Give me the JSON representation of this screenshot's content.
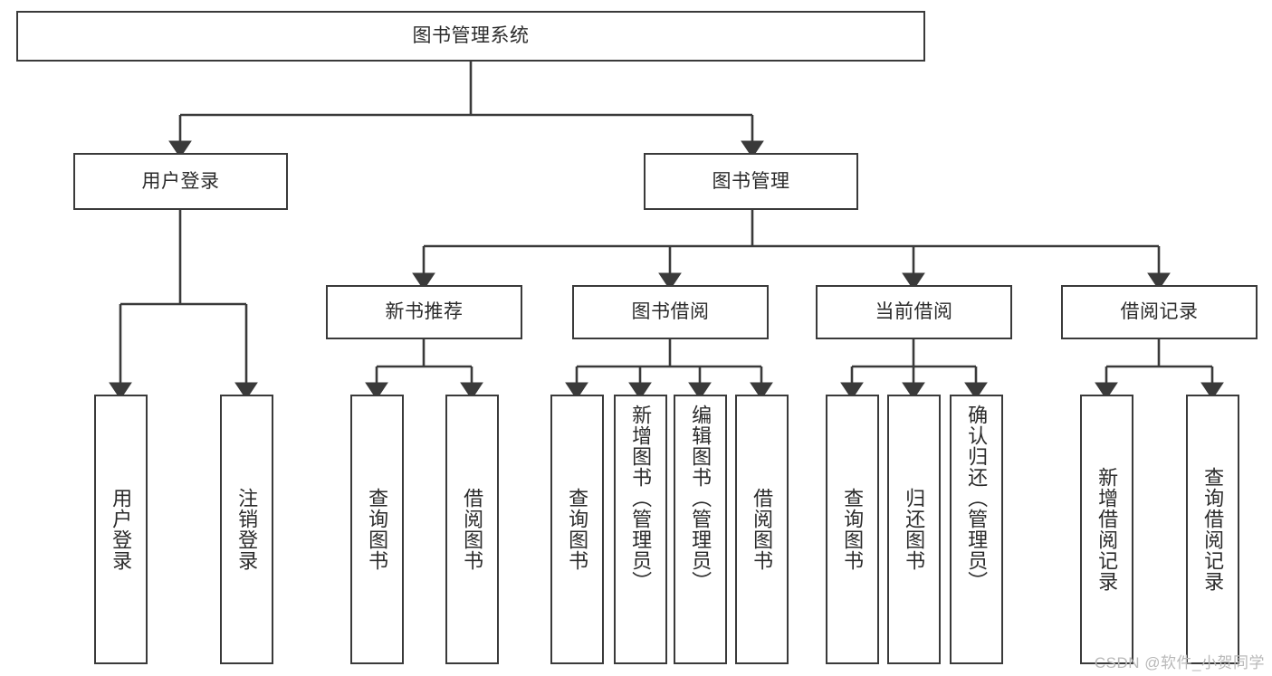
{
  "diagram": {
    "type": "tree",
    "title": "图书管理系统",
    "root": {
      "id": "root",
      "label": "图书管理系统"
    },
    "level2": [
      {
        "id": "user-login",
        "label": "用户登录"
      },
      {
        "id": "book-manage",
        "label": "图书管理"
      }
    ],
    "level3": [
      {
        "id": "new-book-rec",
        "label": "新书推荐",
        "parent": "book-manage"
      },
      {
        "id": "book-borrow",
        "label": "图书借阅",
        "parent": "book-manage"
      },
      {
        "id": "current-borrow",
        "label": "当前借阅",
        "parent": "book-manage"
      },
      {
        "id": "borrow-record",
        "label": "借阅记录",
        "parent": "book-manage"
      }
    ],
    "leaves": [
      {
        "id": "leaf-user-login",
        "label": "用户登录",
        "parent": "user-login"
      },
      {
        "id": "leaf-logout",
        "label": "注销登录",
        "parent": "user-login"
      },
      {
        "id": "leaf-query-book-1",
        "label": "查询图书",
        "parent": "new-book-rec"
      },
      {
        "id": "leaf-borrow-book-1",
        "label": "借阅图书",
        "parent": "new-book-rec"
      },
      {
        "id": "leaf-query-book-2",
        "label": "查询图书",
        "parent": "book-borrow"
      },
      {
        "id": "leaf-add-book",
        "label": "新增图书（管理员）",
        "parent": "book-borrow"
      },
      {
        "id": "leaf-edit-book",
        "label": "编辑图书（管理员）",
        "parent": "book-borrow"
      },
      {
        "id": "leaf-borrow-book-2",
        "label": "借阅图书",
        "parent": "book-borrow"
      },
      {
        "id": "leaf-query-book-3",
        "label": "查询图书",
        "parent": "current-borrow"
      },
      {
        "id": "leaf-return-book",
        "label": "归还图书",
        "parent": "current-borrow"
      },
      {
        "id": "leaf-confirm-return",
        "label": "确认归还（管理员）",
        "parent": "current-borrow"
      },
      {
        "id": "leaf-add-record",
        "label": "新增借阅记录",
        "parent": "borrow-record"
      },
      {
        "id": "leaf-query-record",
        "label": "查询借阅记录",
        "parent": "borrow-record"
      }
    ],
    "colors": {
      "stroke": "#3a3a3a",
      "background": "#ffffff",
      "text": "#2b2b2b",
      "watermark": "#b9b9b9"
    }
  },
  "watermark": {
    "text": "CSDN @软件_小贺同学"
  }
}
